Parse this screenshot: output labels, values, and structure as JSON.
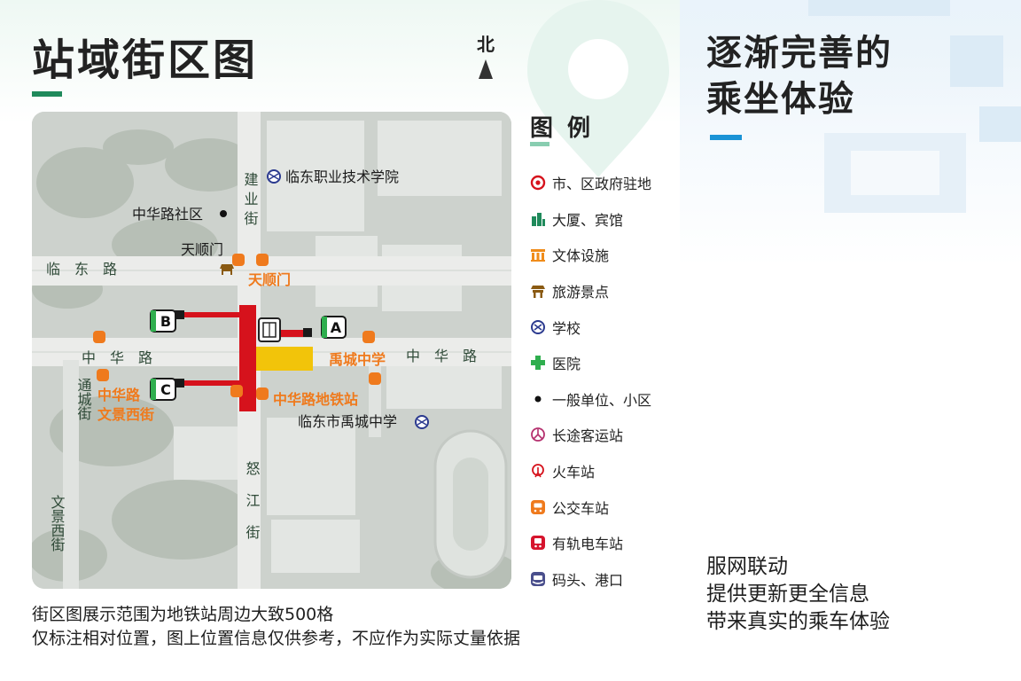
{
  "header": {
    "title": "站域街区图",
    "north_label": "北"
  },
  "colors": {
    "accent_green": "#1f8a5b",
    "accent_blue": "#1a93d6",
    "line_red": "#d6121c",
    "station_yellow": "#f2c40a",
    "poi_orange": "#ef7a1d",
    "road_label": "#2f4a38",
    "exit_green": "#2fae4e"
  },
  "map": {
    "exits": [
      {
        "id": "exit-a",
        "label": "A"
      },
      {
        "id": "exit-b",
        "label": "B"
      },
      {
        "id": "exit-c",
        "label": "C"
      }
    ],
    "streets": {
      "linxi_road": "临　东　路",
      "zhonghua_road_west": "中　华　路",
      "zhonghua_road_east": "中　华　路",
      "jianye_street": "建业街",
      "nujiang_street": "怒江街",
      "tongcheng_street": "通城街",
      "wenjingxi_street": "文景西街"
    },
    "places": {
      "vocational_college": "临东职业技术学院",
      "zhonghua_community": "中华路社区",
      "tianshunmen_gate": "天顺门",
      "yucheng_middle_school": "临东市禹城中学"
    },
    "bus_stops": {
      "tianshunmen": "天顺门",
      "yucheng_middle": "禹城中学",
      "zhonghua_wenjing_line1": "中华路",
      "zhonghua_wenjing_line2": "文景西街",
      "zhonghua_metro": "中华路地铁站"
    }
  },
  "legend": {
    "title": "图例",
    "items": [
      {
        "label": "市、区政府驻地",
        "icon": "government-seat-icon"
      },
      {
        "label": "大厦、宾馆",
        "icon": "building-icon"
      },
      {
        "label": "文体设施",
        "icon": "cultural-sports-icon"
      },
      {
        "label": "旅游景点",
        "icon": "scenic-spot-icon"
      },
      {
        "label": "学校",
        "icon": "school-icon"
      },
      {
        "label": "医院",
        "icon": "hospital-icon"
      },
      {
        "label": "一般单位、小区",
        "icon": "general-unit-icon"
      },
      {
        "label": "长途客运站",
        "icon": "long-distance-bus-icon"
      },
      {
        "label": "火车站",
        "icon": "railway-station-icon"
      },
      {
        "label": "公交车站",
        "icon": "bus-stop-icon"
      },
      {
        "label": "有轨电车站",
        "icon": "tram-station-icon"
      },
      {
        "label": "码头、港口",
        "icon": "port-icon"
      }
    ]
  },
  "headline": {
    "line1": "逐渐完善的",
    "line2": "乘坐体验"
  },
  "tagline": {
    "line1": "服网联动",
    "line2": "提供更新更全信息",
    "line3": "带来真实的乘车体验"
  },
  "footnote": {
    "line1": "街区图展示范围为地铁站周边大致500格",
    "line2": "仅标注相对位置，图上位置信息仅供参考，不应作为实际丈量依据"
  }
}
